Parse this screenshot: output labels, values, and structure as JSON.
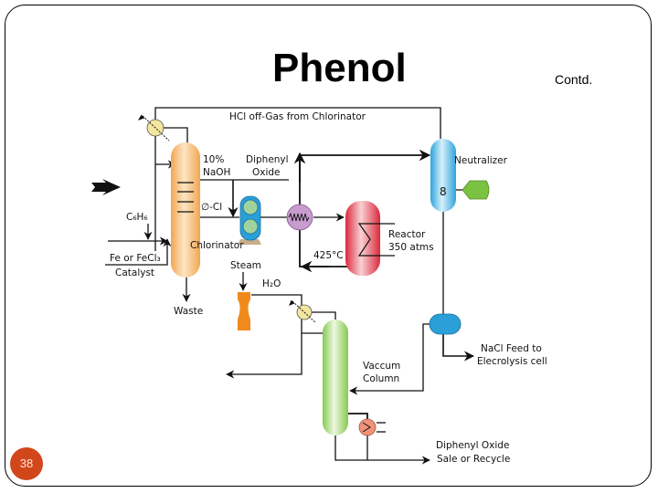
{
  "slide": {
    "title": "Phenol",
    "subtitle": "Contd.",
    "page_number": "38"
  },
  "diagram": {
    "labels": {
      "hcl_offgas": "HCl off-Gas from Chlorinator",
      "naoh_line1": "10%",
      "naoh_line2": "NaOH",
      "diphenyl_line1": "Diphenyl",
      "diphenyl_line2": "Oxide",
      "chlorobenzene": "∅-Cl",
      "benzene": "C₆H₆",
      "catalyst_line1": "Fe or FeCl₃",
      "catalyst_line2": "Catalyst",
      "chlorinator": "Chlorinator",
      "waste": "Waste",
      "steam": "Steam",
      "water": "H₂O",
      "temperature": "425°C",
      "reactor_line1": "Reactor",
      "reactor_line2": "350 atms",
      "neutralizer": "Neutralizer",
      "nacl_line1": "NaCl Feed to",
      "nacl_line2": "Elecrolysis cell",
      "vacuum_line1": "Vaccum",
      "vacuum_line2": "Column",
      "dpo_line1": "Diphenyl Oxide",
      "dpo_line2": "Sale or Recycle"
    },
    "equipment": [
      {
        "name": "Chlorinator",
        "color": "#f6b96b"
      },
      {
        "name": "Pump",
        "color": "#2a9fd8"
      },
      {
        "name": "Heat Exchanger",
        "color": "#c89ccf"
      },
      {
        "name": "Reactor",
        "color": "#e8394a"
      },
      {
        "name": "Neutralizer",
        "color": "#3aaee0"
      },
      {
        "name": "Separator",
        "color": "#2a9fd8"
      },
      {
        "name": "Vacuum Column",
        "color": "#8fd05a"
      },
      {
        "name": "Steam Ejector",
        "color": "#f08a1c"
      },
      {
        "name": "Condenser",
        "color": "#f2e6a0"
      },
      {
        "name": "Reboiler",
        "color": "#f0937a"
      },
      {
        "name": "NaOH Tank",
        "color": "#7cc242"
      }
    ]
  }
}
